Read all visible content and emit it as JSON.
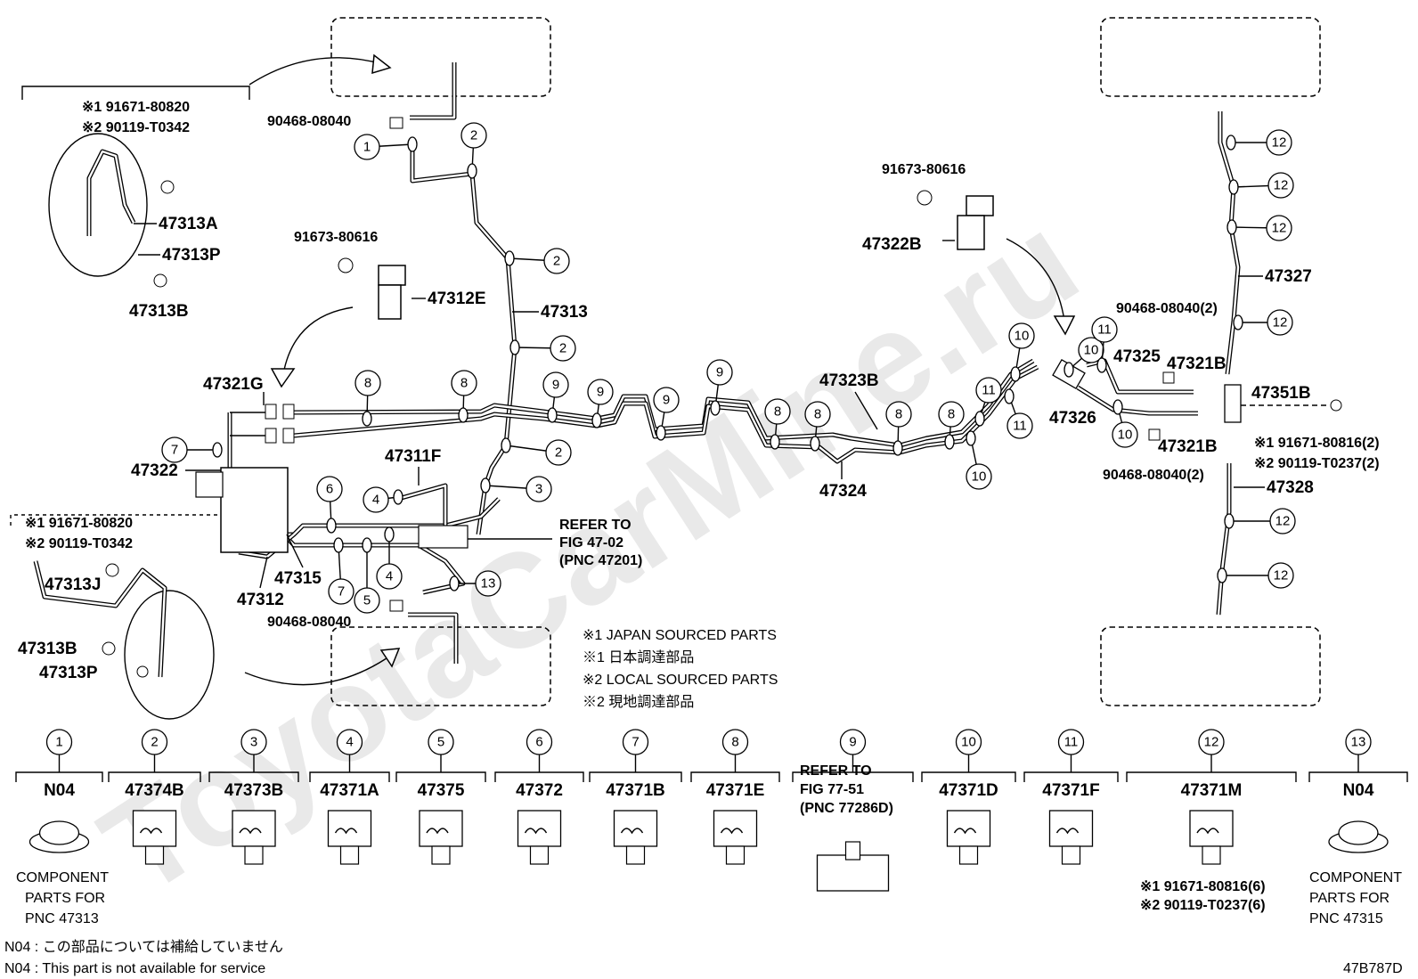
{
  "watermark": "ToyotaCarMine.ru",
  "main_parts": {
    "p90468_top": "90468-08040",
    "p91671_a": "※1 91671-80820",
    "p90119_a": "※2 90119-T0342",
    "p47313A": "47313A",
    "p47313P_a": "47313P",
    "p47313B_a": "47313B",
    "p91673_left": "91673-80616",
    "p47312E": "47312E",
    "p47313": "47313",
    "p47321G": "47321G",
    "p47322": "47322",
    "p47311F": "47311F",
    "p47315": "47315",
    "p47312": "47312",
    "p90468_bottom": "90468-08040",
    "p91671_b": "※1 91671-80820",
    "p90119_b": "※2 90119-T0342",
    "p47313J": "47313J",
    "p47313B_b": "47313B",
    "p47313P_b": "47313P",
    "p91673_right": "91673-80616",
    "p47322B": "47322B",
    "p47323B": "47323B",
    "p47324": "47324",
    "p47326": "47326",
    "p90468_r1": "90468-08040(2)",
    "p47325": "47325",
    "p47321B_top": "47321B",
    "p47351B": "47351B",
    "p91671_r": "※1 91671-80816(2)",
    "p90119_r": "※2 90119-T0237(2)",
    "p47321B_bot": "47321B",
    "p90468_r2": "90468-08040(2)",
    "p47327": "47327",
    "p47328": "47328"
  },
  "refer_main": [
    "REFER TO",
    "FIG 47-02",
    "(PNC 47201)"
  ],
  "notes": [
    "※1 JAPAN SOURCED PARTS",
    "※1 日本調達部品",
    "※2 LOCAL SOURCED PARTS",
    "※2 現地調達部品"
  ],
  "legend": [
    {
      "num": "1",
      "part": "N04"
    },
    {
      "num": "2",
      "part": "47374B"
    },
    {
      "num": "3",
      "part": "47373B"
    },
    {
      "num": "4",
      "part": "47371A"
    },
    {
      "num": "5",
      "part": "47375"
    },
    {
      "num": "6",
      "part": "47372"
    },
    {
      "num": "7",
      "part": "47371B"
    },
    {
      "num": "8",
      "part": "47371E"
    },
    {
      "num": "9",
      "part": "REFER TO"
    },
    {
      "num": "10",
      "part": "47371D"
    },
    {
      "num": "11",
      "part": "47371F"
    },
    {
      "num": "12",
      "part": "47371M"
    },
    {
      "num": "13",
      "part": "N04"
    }
  ],
  "legend_extra": {
    "ref9_line2": "FIG 77-51",
    "ref9_line3": "(PNC 77286D)",
    "comp1": [
      "COMPONENT",
      "PARTS FOR",
      "PNC 47313"
    ],
    "comp13": [
      "COMPONENT",
      "PARTS FOR",
      "PNC 47315"
    ],
    "l12_a": "※1 91671-80816(6)",
    "l12_b": "※2 90119-T0237(6)"
  },
  "footer": {
    "n04_jp": "N04 : この部品については補給していません",
    "n04_en": "N04 : This part is not available for service",
    "code": "47B787D"
  }
}
